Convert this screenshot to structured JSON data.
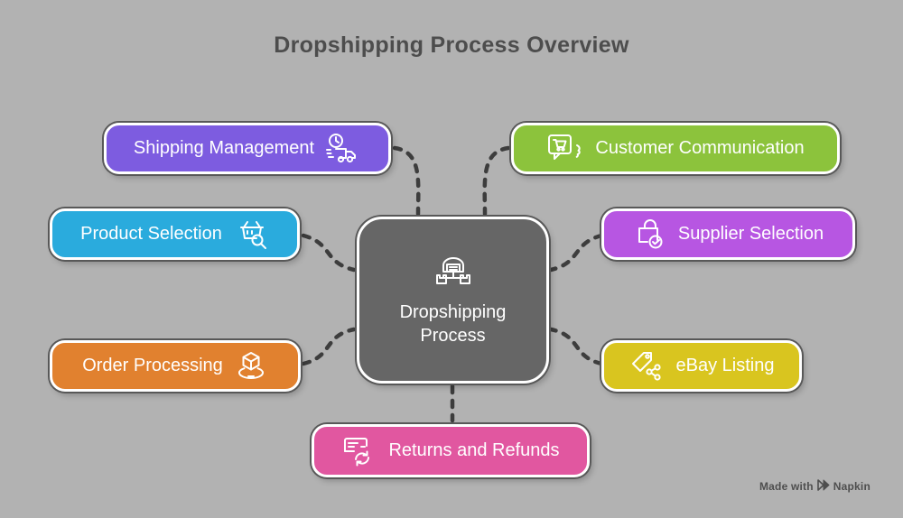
{
  "title": "Dropshipping Process Overview",
  "colors": {
    "background": "#b2b2b2",
    "title_text": "#4d4d4d",
    "connector": "#3d3d3d",
    "node_text": "#ffffff",
    "node_border": "#ffffff",
    "center_node": "#666666"
  },
  "center_node": {
    "label": "Dropshipping Process",
    "color": "#666666",
    "icon": "warehouse-distribution-icon"
  },
  "nodes": [
    {
      "id": "shipping-management",
      "label": "Shipping Management",
      "color": "#7d5ce0",
      "icon": "truck-clock-icon",
      "icon_side": "right"
    },
    {
      "id": "customer-communication",
      "label": "Customer Communication",
      "color": "#8cc33c",
      "icon": "chat-cart-icon",
      "icon_side": "left"
    },
    {
      "id": "product-selection",
      "label": "Product Selection",
      "color": "#2aabdd",
      "icon": "basket-search-icon",
      "icon_side": "right"
    },
    {
      "id": "supplier-selection",
      "label": "Supplier Selection",
      "color": "#b756e2",
      "icon": "bag-check-icon",
      "icon_side": "left"
    },
    {
      "id": "order-processing",
      "label": "Order Processing",
      "color": "#e1812f",
      "icon": "package-icon",
      "icon_side": "right"
    },
    {
      "id": "ebay-listing",
      "label": "eBay Listing",
      "color": "#d9c51f",
      "icon": "tag-network-icon",
      "icon_side": "left"
    },
    {
      "id": "returns-and-refunds",
      "label": "Returns and Refunds",
      "color": "#e157a0",
      "icon": "card-refresh-icon",
      "icon_side": "left"
    }
  ],
  "watermark": {
    "prefix": "Made with",
    "brand": "Napkin",
    "logo_icon": "napkin-logo-icon"
  }
}
